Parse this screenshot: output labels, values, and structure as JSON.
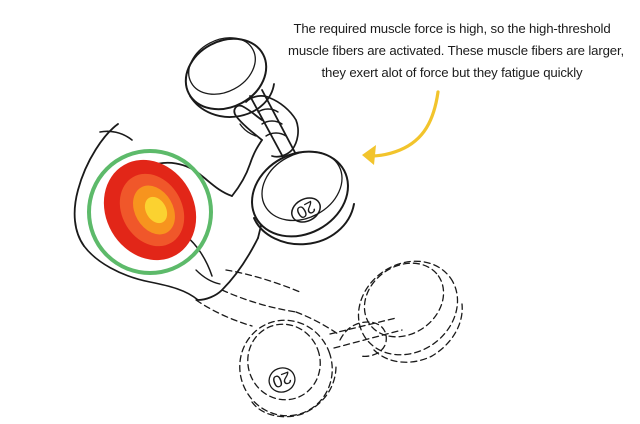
{
  "annotation": {
    "lines": [
      "The required muscle force is high, so the high-threshold",
      "muscle fibers are activated. These muscle fibers are larger,",
      "they exert alot of force but they fatigue quickly"
    ]
  },
  "dumbbell_raised": {
    "plate_label": "20"
  },
  "dumbbell_lowered": {
    "plate_label": "20"
  },
  "colors": {
    "arrow": "#f2c42c",
    "highlight_ring": "#5dba6a",
    "heat_outer": "#e22618",
    "heat_mid": "#f0572a",
    "heat_inner": "#f7941e",
    "heat_core": "#fbd230"
  }
}
